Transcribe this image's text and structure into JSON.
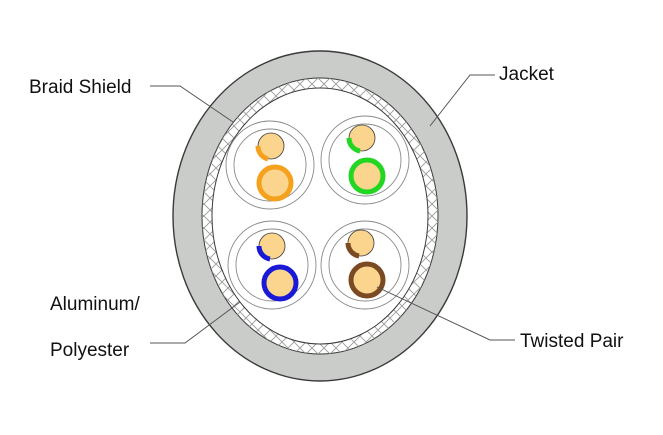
{
  "labels": {
    "braid_shield": "Braid Shield",
    "jacket": "Jacket",
    "aluminum_line1": "Aluminum/",
    "aluminum_line2": "Polyester",
    "twisted_pair": "Twisted Pair"
  },
  "colors": {
    "jacket": "#c9ccc9",
    "outline": "#3a3a3a",
    "braid_hatch": "#9a9a9a",
    "core_fill": "#ffffff",
    "conductor": "#fbd58e",
    "leader_line": "#555555"
  },
  "pairs": [
    {
      "name": "orange",
      "color": "#f4a21e"
    },
    {
      "name": "green",
      "color": "#22d622"
    },
    {
      "name": "blue",
      "color": "#1a1ad6"
    },
    {
      "name": "brown",
      "color": "#7a4a22"
    }
  ]
}
